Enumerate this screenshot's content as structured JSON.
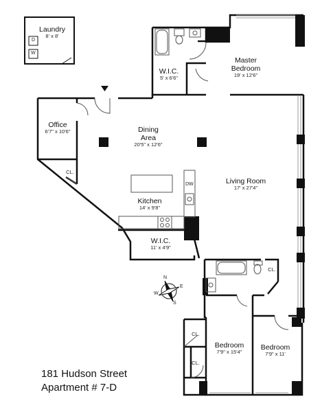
{
  "rooms": {
    "laundry": {
      "name": "Laundry",
      "dim": "8' x 8'"
    },
    "master_bedroom": {
      "name": "Master Bedroom",
      "line1": "Master",
      "line2": "Bedroom",
      "dim": "19' x 12'6\""
    },
    "wic_master": {
      "name": "W.I.C.",
      "dim": "5' x 6'6\""
    },
    "office": {
      "name": "Office",
      "dim": "6'7\" x 10'6\""
    },
    "dining": {
      "name": "Dining Area",
      "line1": "Dining",
      "line2": "Area",
      "dim": "20'5\" x 12'6\""
    },
    "living": {
      "name": "Living Room",
      "dim": "17' x 27'4\""
    },
    "kitchen": {
      "name": "Kitchen",
      "dim": "14' x 9'8\""
    },
    "wic_hall": {
      "name": "W.I.C.",
      "dim": "11' x 4'9\""
    },
    "bedroom_left": {
      "name": "Bedroom",
      "dim": "7'9\" x 15'4\""
    },
    "bedroom_right": {
      "name": "Bedroom",
      "dim": "7'9\" x 11'"
    }
  },
  "closet_label": "CL.",
  "appliances": {
    "dishwasher": "DW",
    "dryer": "D",
    "washer": "W"
  },
  "compass": {
    "n": "N",
    "s": "S",
    "e": "E",
    "w": "W"
  },
  "address": {
    "line1": "181 Hudson Street",
    "line2": "Apartment # 7-D"
  },
  "colors": {
    "wall": "#111111",
    "window": "#9a9a9a",
    "fixture": "#555555"
  },
  "icons": [
    "entry-arrow-icon",
    "compass-rose-icon"
  ]
}
